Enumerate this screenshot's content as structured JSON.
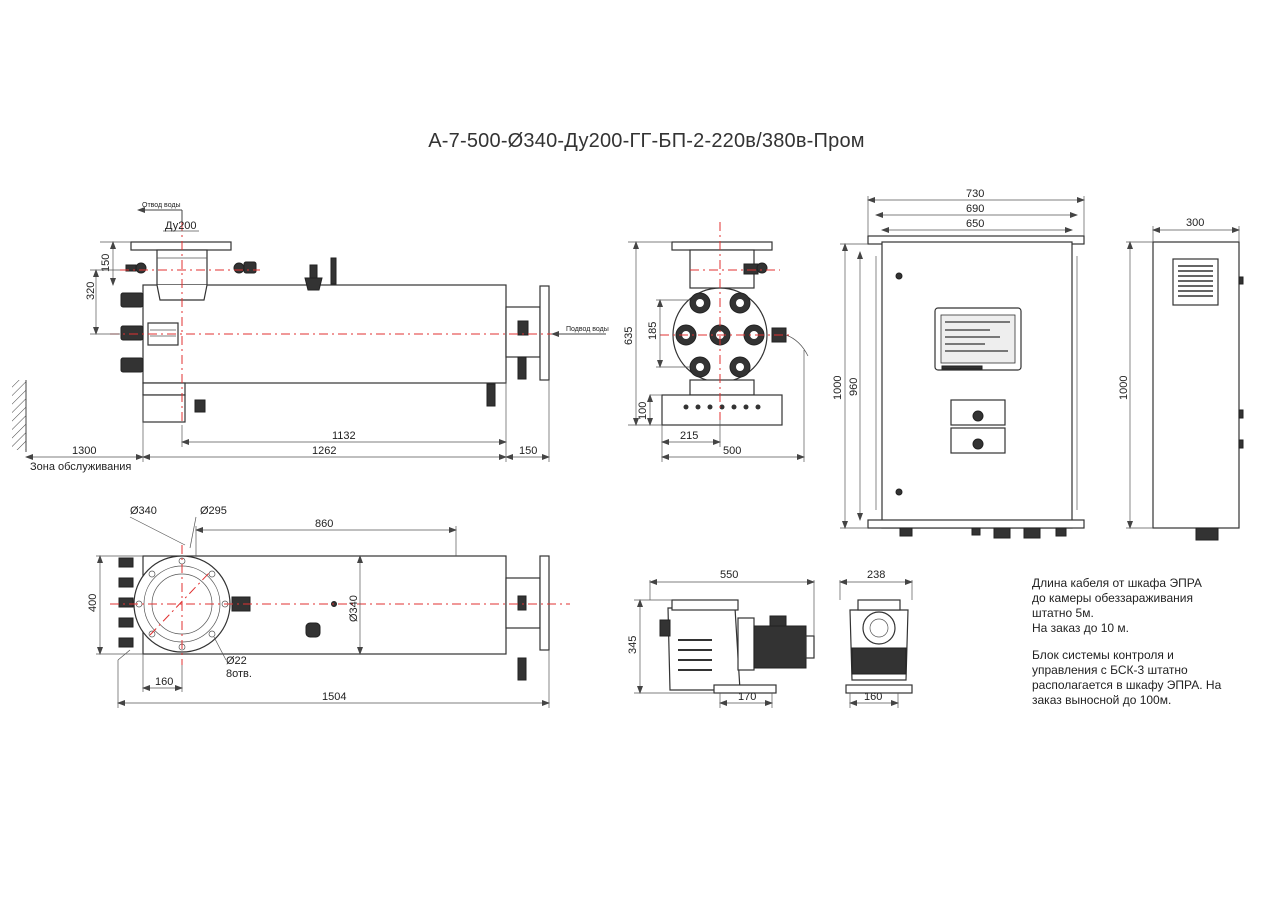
{
  "title": "А-7-500-Ø340-Ду200-ГГ-БП-2-220в/380в-Пром",
  "labels": {
    "outlet": "Отвод воды",
    "inlet": "Подвод воды",
    "service_zone": "Зона обслуживания",
    "du": "Ду200",
    "holes": "8отв."
  },
  "dims": {
    "h150": "150",
    "h320": "320",
    "w1132": "1132",
    "w1262": "1262",
    "w1300": "1300",
    "w150r": "150",
    "h635": "635",
    "h185": "185",
    "h100": "100",
    "w215": "215",
    "w500": "500",
    "w730": "730",
    "w690": "690",
    "w650": "650",
    "h1000": "1000",
    "h960": "960",
    "w300": "300",
    "h1000side": "1000",
    "d340": "Ø340",
    "d295": "Ø295",
    "w860": "860",
    "h400": "400",
    "d340v": "Ø340",
    "d22": "Ø22",
    "w160": "160",
    "w1504": "1504",
    "w550": "550",
    "h345": "345",
    "w170": "170",
    "w238": "238",
    "w160b": "160"
  },
  "notes": {
    "cable": "Длина кабеля от шкафа ЭПРА\nдо камеры обеззараживания\nштатно 5м.\nНа заказ до 10 м.",
    "control": "Блок системы контроля и\nуправления с БСК-3 штатно\nрасполагается в шкафу ЭПРА. На\nзаказ выносной до 100м."
  }
}
